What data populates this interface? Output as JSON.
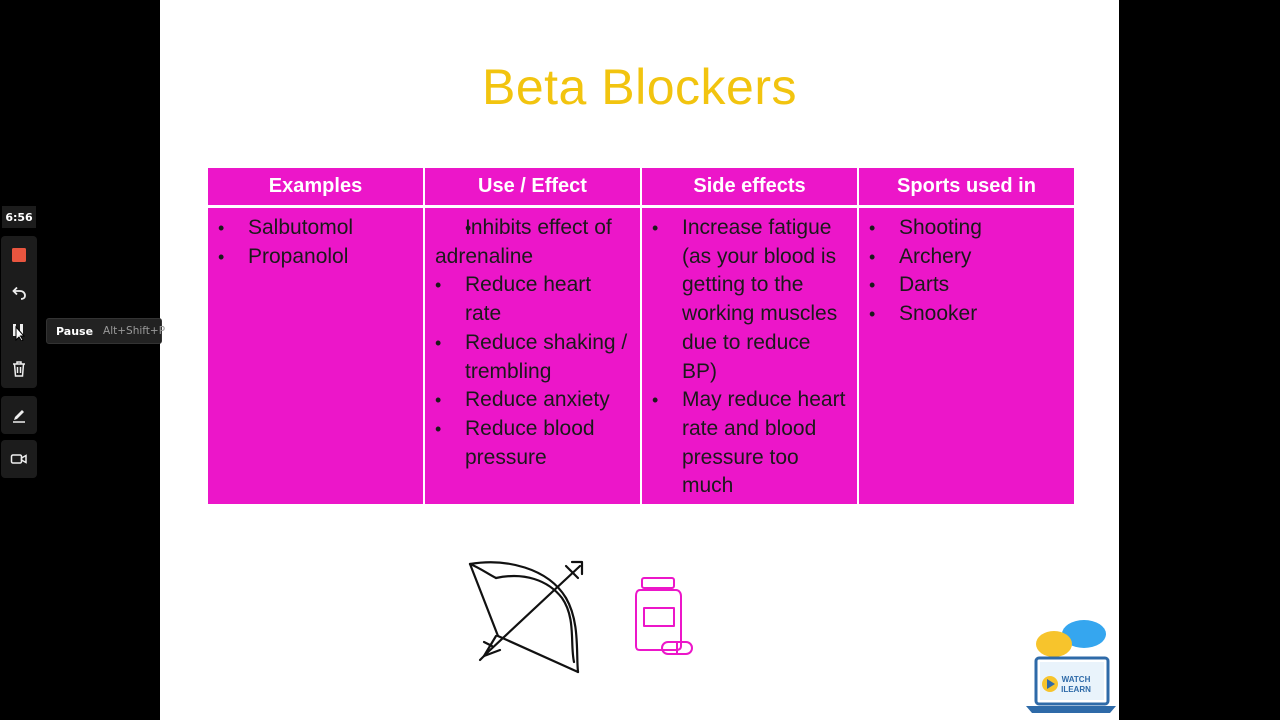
{
  "slide": {
    "title": "Beta Blockers",
    "columns": [
      {
        "header": "Examples",
        "items": [
          "Salbutomol",
          "Propanolol"
        ]
      },
      {
        "header": "Use / Effect",
        "items": [
          "Inhibits effect of adrenaline",
          "Reduce heart rate",
          "Reduce shaking / trembling",
          "Reduce anxiety",
          "Reduce blood pressure"
        ]
      },
      {
        "header": "Side effects",
        "items": [
          "Increase fatigue (as your blood is getting to the working muscles due to reduce BP)",
          "May reduce heart rate and blood pressure too much"
        ]
      },
      {
        "header": "Sports used in",
        "items": [
          "Shooting",
          "Archery",
          "Darts",
          "Snooker"
        ]
      }
    ],
    "table_color": "#ec16c9",
    "title_color": "#f2c40f",
    "logo_text": [
      "WATCH",
      "ILEARN"
    ]
  },
  "recorder": {
    "timer": "6:56",
    "tooltip_label": "Pause",
    "tooltip_shortcut": "Alt+Shift+P",
    "stop_color": "#e8553f"
  }
}
